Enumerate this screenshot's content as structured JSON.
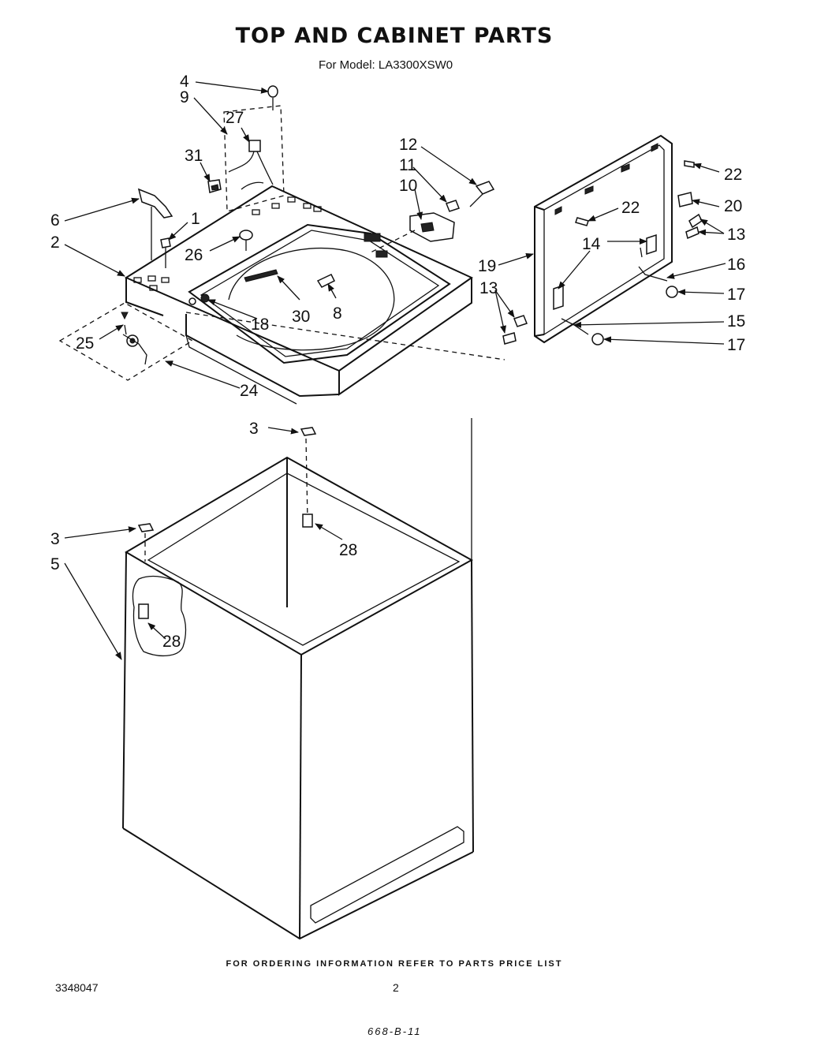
{
  "title": "TOP AND CABINET PARTS",
  "subtitle": "For Model: LA3300XSW0",
  "footer_note": "FOR ORDERING INFORMATION REFER TO PARTS PRICE LIST",
  "doc_number": "3348047",
  "page_number": "2",
  "handwritten_note": "668-B-11",
  "callouts": {
    "c4": "4",
    "c9": "9",
    "c27": "27",
    "c31": "31",
    "c6": "6",
    "c1": "1",
    "c2": "2",
    "c26": "26",
    "c12": "12",
    "c11": "11",
    "c10": "10",
    "c30": "30",
    "c8": "8",
    "c18": "18",
    "c25": "25",
    "c24": "24",
    "c22a": "22",
    "c22b": "22",
    "c20": "20",
    "c13a": "13",
    "c16": "16",
    "c17a": "17",
    "c15": "15",
    "c17b": "17",
    "c14": "14",
    "c19": "19",
    "c13b": "13",
    "c3a": "3",
    "c3b": "3",
    "c5": "5",
    "c28a": "28",
    "c28b": "28"
  }
}
